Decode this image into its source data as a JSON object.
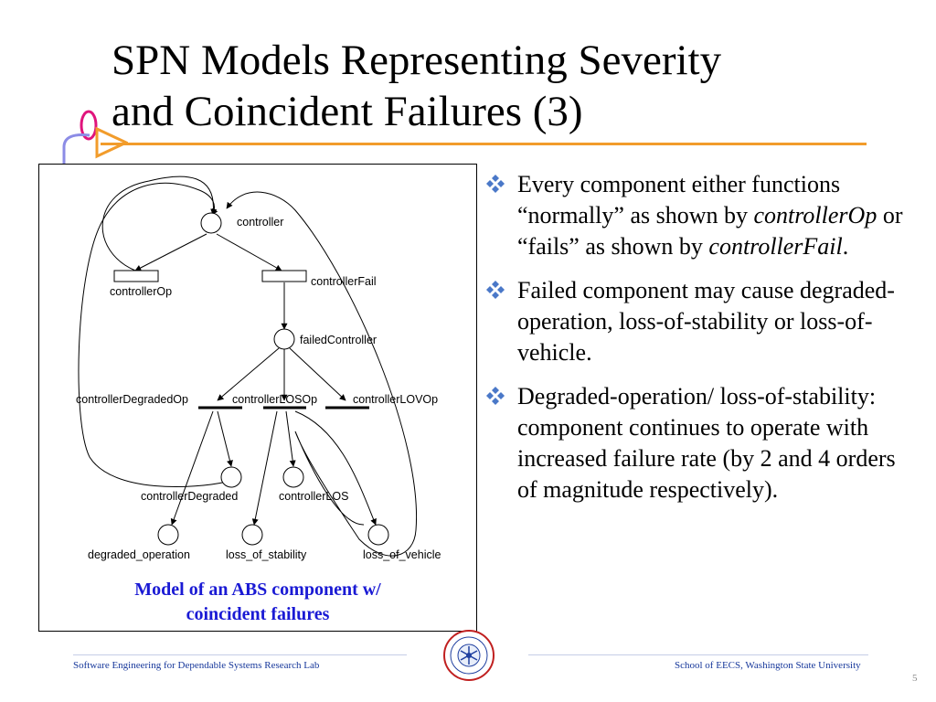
{
  "slide": {
    "title_line1": "SPN Models Representing Severity",
    "title_line2": "and Coincident Failures (3)",
    "page_number": "5"
  },
  "figure": {
    "caption_line1": "Model of an ABS component w/",
    "caption_line2": "coincident failures",
    "places": {
      "controller": "controller",
      "failedController": "failedController",
      "controllerDegraded": "controllerDegraded",
      "controllerLOS": "controllerLOS",
      "degraded_operation": "degraded_operation",
      "loss_of_stability": "loss_of_stability",
      "loss_of_vehicle": "loss_of_vehicle"
    },
    "transitions": {
      "controllerOp": "controllerOp",
      "controllerFail": "controllerFail",
      "controllerDegradedOp": "controllerDegradedOp",
      "controllerLOSOp": "controllerLOSOp",
      "controllerLOVOp": "controllerLOVOp"
    }
  },
  "bullets": [
    {
      "t1": "Every component either functions “normally” as shown by ",
      "i1": "controllerOp",
      "t2": " or “fails” as shown by ",
      "i2": "controllerFail",
      "t3": "."
    },
    {
      "t1": "Failed component may cause degraded-operation, loss-of-stability or loss-of-vehicle."
    },
    {
      "t1": "Degraded-operation/ loss-of-stability: component continues to operate with increased failure rate (by 2 and 4 orders of magnitude respectively)."
    }
  ],
  "footer": {
    "left": "Software Engineering for Dependable Systems Research Lab",
    "right": "School of EECS, Washington State University"
  },
  "colors": {
    "title_rule": "#f29c2b",
    "caption": "#1a1ad4",
    "bullet_icon": "#4a78c8",
    "footer_text": "#17389b"
  }
}
